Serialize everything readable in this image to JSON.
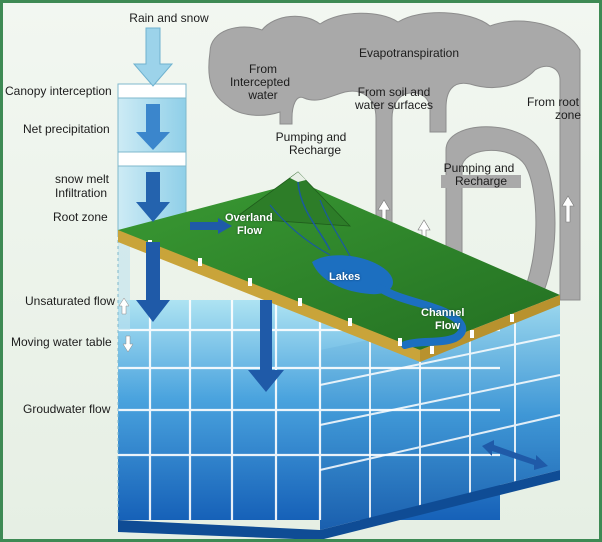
{
  "labels": {
    "rain_and_snow": "Rain and snow",
    "canopy_interception": "Canopy interception",
    "net_precipitation": "Net precipitation",
    "snow_melt": "snow melt",
    "infiltration": "Infiltration",
    "root_zone": "Root zone",
    "unsaturated_flow": "Unsaturated flow",
    "moving_water_table": "Moving water table",
    "groundwater_flow": "Groudwater flow",
    "evapotranspiration": "Evapotranspiration",
    "from": "From",
    "intercepted": "Intercepted",
    "water": "water",
    "from_soil_and": "From soil and",
    "water_surfaces": "water surfaces",
    "from_root": "From root",
    "zone": "zone",
    "pumping_and_1": "Pumping and",
    "recharge_1": "Recharge",
    "pumping_and_2": "Pumping and",
    "recharge_2": "Recharge",
    "overland": "Overland",
    "flow": "Flow",
    "lakes": "Lakes",
    "channel": "Channel",
    "channel_flow": "Flow"
  },
  "colors": {
    "cloud": "#a9a9a9",
    "land": "#2f8a2a",
    "soil_edge": "#c9a43a",
    "water_light": "#8fd3ea",
    "water_dark": "#1c6fc0",
    "arrow_blue": "#1f5aa8",
    "border": "#3e8a54"
  }
}
